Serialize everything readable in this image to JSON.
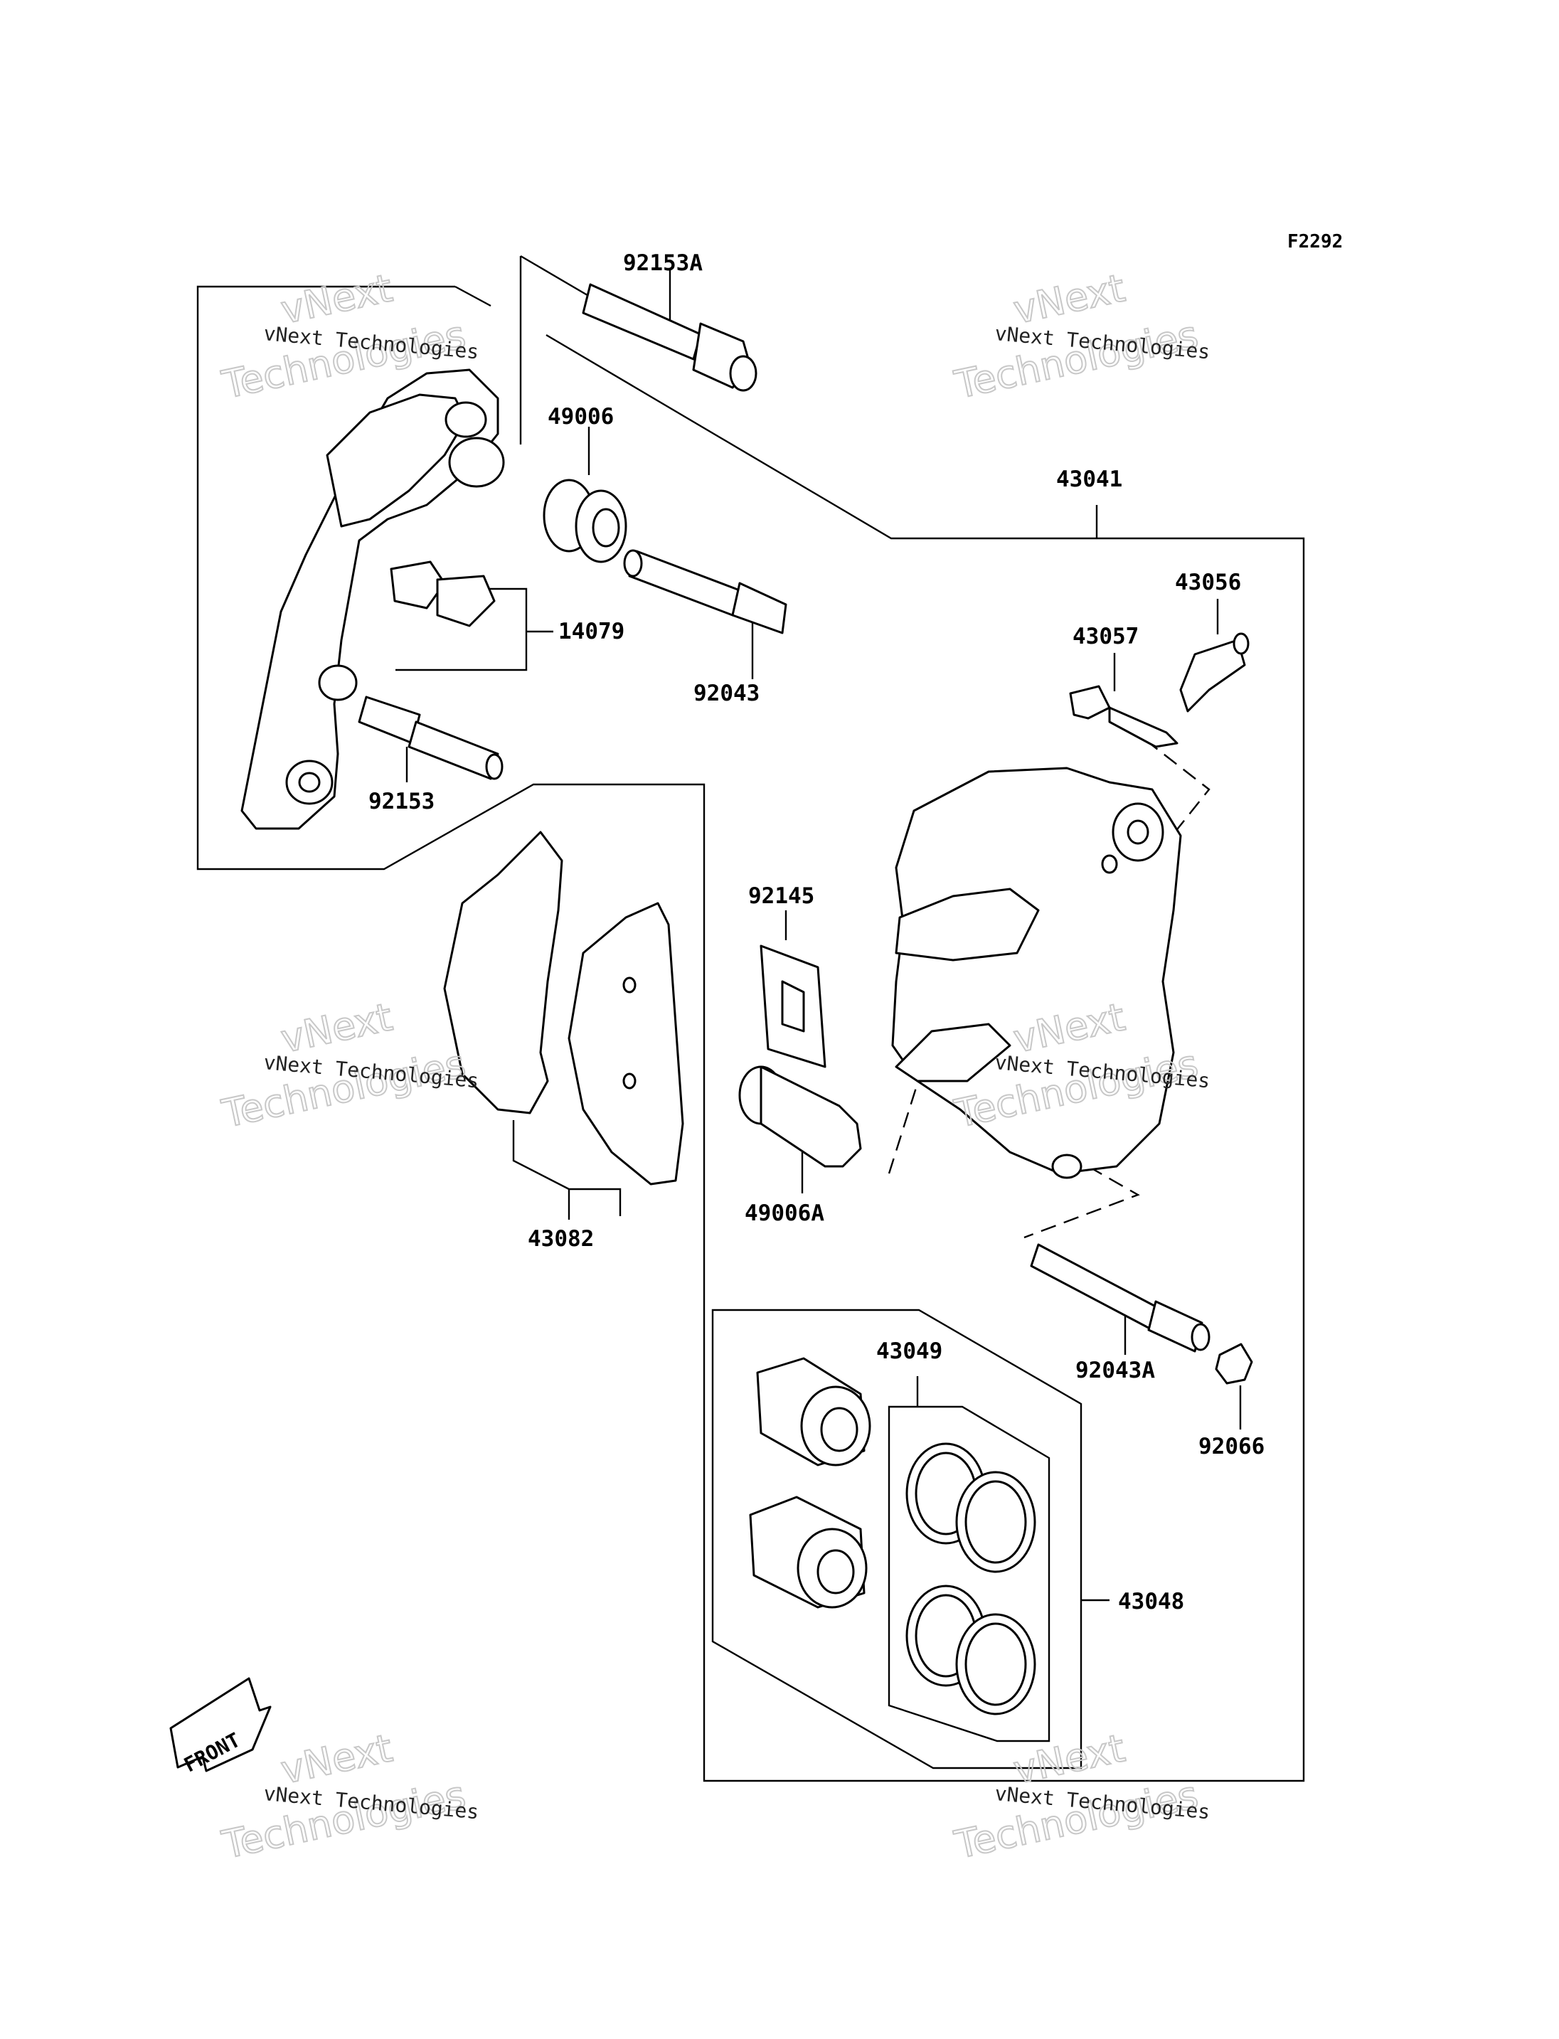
{
  "diagram": {
    "ref_code": "F2292",
    "front_marker": "FRONT",
    "watermark": {
      "line1": "vNext Technologies",
      "big1": "vNext",
      "big2": "Technologies"
    },
    "labels": {
      "p92153A": "92153A",
      "p49006": "49006",
      "p43041": "43041",
      "p43056": "43056",
      "p43057": "43057",
      "p14079": "14079",
      "p92043": "92043",
      "p92153": "92153",
      "p92145": "92145",
      "p49006A": "49006A",
      "p43082": "43082",
      "p43049": "43049",
      "p92043A": "92043A",
      "p92066": "92066",
      "p43048": "43048"
    }
  }
}
